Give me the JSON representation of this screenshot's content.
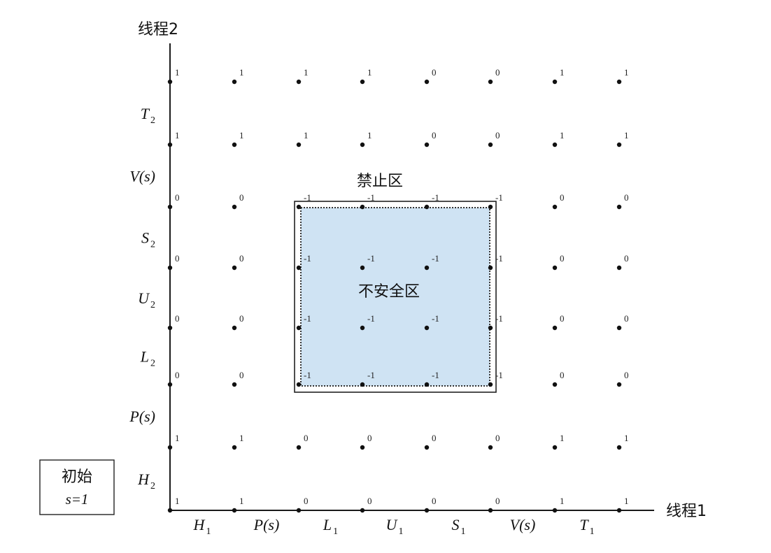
{
  "axes": {
    "x_title": "线程1",
    "y_title": "线程2",
    "x_segments": [
      {
        "base": "H",
        "sub": "1"
      },
      {
        "base": "P(s)",
        "sub": ""
      },
      {
        "base": "L",
        "sub": "1"
      },
      {
        "base": "U",
        "sub": "1"
      },
      {
        "base": "S",
        "sub": "1"
      },
      {
        "base": "V(s)",
        "sub": ""
      },
      {
        "base": "T",
        "sub": "1"
      }
    ],
    "y_segments": [
      {
        "base": "H",
        "sub": "2"
      },
      {
        "base": "P(s)",
        "sub": ""
      },
      {
        "base": "L",
        "sub": "2"
      },
      {
        "base": "U",
        "sub": "2"
      },
      {
        "base": "S",
        "sub": "2"
      },
      {
        "base": "V(s)",
        "sub": ""
      },
      {
        "base": "T",
        "sub": "2"
      }
    ]
  },
  "regions": {
    "forbidden_label": "禁止区",
    "unsafe_label": "不安全区"
  },
  "initial_state": {
    "title": "初始",
    "state": "s=1"
  },
  "grid_values": [
    [
      "1",
      "1",
      "0",
      "0",
      "0",
      "0",
      "1",
      "1"
    ],
    [
      "1",
      "1",
      "0",
      "0",
      "0",
      "0",
      "1",
      "1"
    ],
    [
      "0",
      "0",
      "-1",
      "-1",
      "-1",
      "-1",
      "0",
      "0"
    ],
    [
      "0",
      "0",
      "-1",
      "-1",
      "-1",
      "-1",
      "0",
      "0"
    ],
    [
      "0",
      "0",
      "-1",
      "-1",
      "-1",
      "-1",
      "0",
      "0"
    ],
    [
      "0",
      "0",
      "-1",
      "-1",
      "-1",
      "-1",
      "0",
      "0"
    ],
    [
      "1",
      "1",
      "1",
      "1",
      "0",
      "0",
      "1",
      "1"
    ],
    [
      "1",
      "1",
      "1",
      "1",
      "0",
      "0",
      "1",
      "1"
    ]
  ]
}
